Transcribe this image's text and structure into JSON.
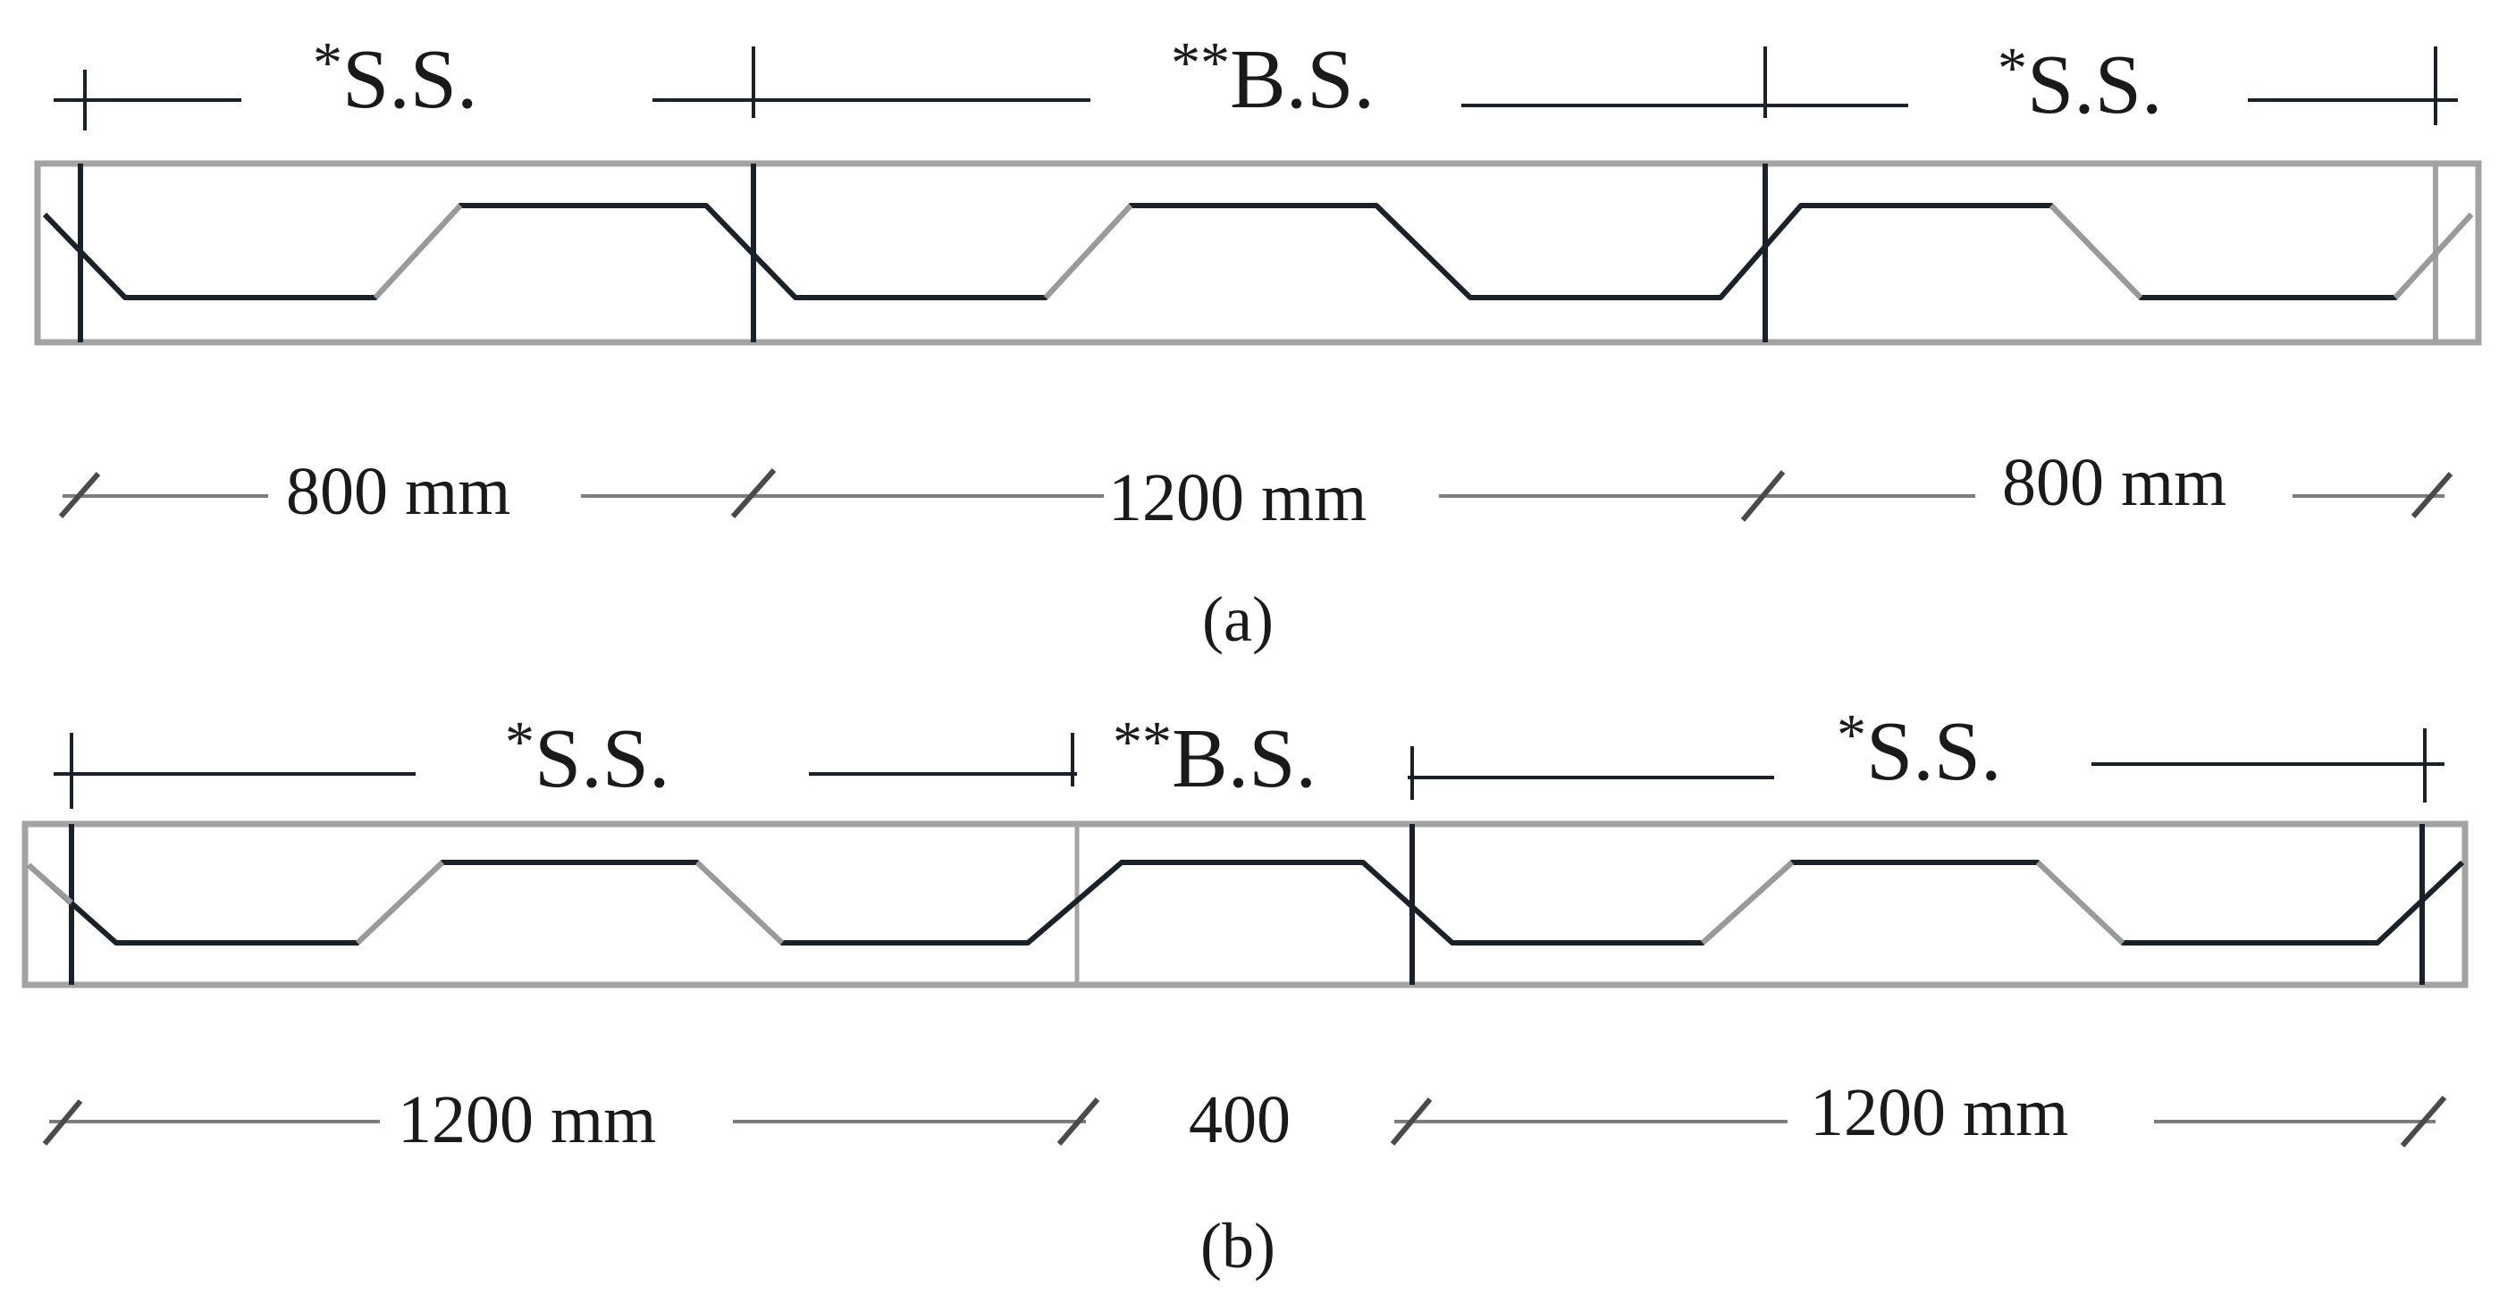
{
  "figure": {
    "panels": [
      {
        "caption": "(a)",
        "segments": [
          {
            "label_prefix": "*",
            "label": "S.S.",
            "dimension": "800 mm"
          },
          {
            "label_prefix": "**",
            "label": "B.S.",
            "dimension": "1200 mm"
          },
          {
            "label_prefix": "*",
            "label": "S.S.",
            "dimension": "800 mm"
          }
        ]
      },
      {
        "caption": "(b)",
        "segments": [
          {
            "label_prefix": "*",
            "label": "S.S.",
            "dimension": "1200 mm"
          },
          {
            "label_prefix": "**",
            "label": "B.S.",
            "dimension": "400"
          },
          {
            "label_prefix": "*",
            "label": "S.S.",
            "dimension": "1200 mm"
          }
        ]
      }
    ],
    "colors": {
      "stroke_dark": "#1b2128",
      "stroke_gray": "#9a9a9a",
      "beam_outline": "#a3a3a3",
      "dimension_line": "#7d7d7d"
    }
  }
}
